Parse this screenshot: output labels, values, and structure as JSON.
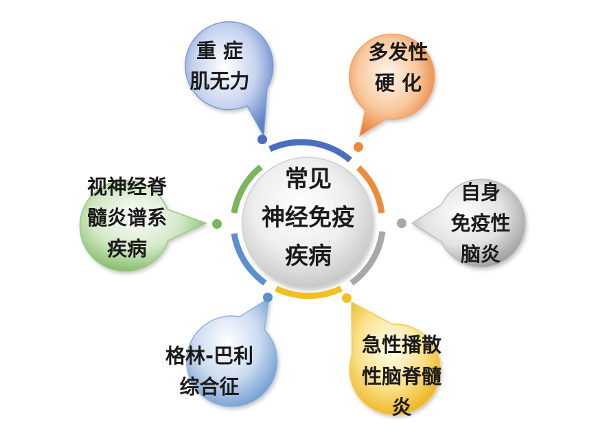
{
  "center": {
    "lines": [
      "常见",
      "神经免疫",
      "疾病"
    ]
  },
  "bubbles": [
    {
      "id": "top-left",
      "lines": [
        "重  症",
        "肌无力"
      ],
      "color": "#5b7fc7"
    },
    {
      "id": "top-right",
      "lines": [
        "多发性",
        "硬  化"
      ],
      "color": "#ee8a3e"
    },
    {
      "id": "right",
      "lines": [
        "自身",
        "免疫性",
        "脑炎"
      ],
      "color": "#a8a8a8"
    },
    {
      "id": "bottom-right",
      "lines": [
        "急性播散",
        "性脑脊髓",
        "炎"
      ],
      "color": "#f2c020"
    },
    {
      "id": "bottom-left",
      "lines": [
        "格林-巴利",
        "综合征"
      ],
      "color": "#6d99cf"
    },
    {
      "id": "left",
      "lines": [
        "视神经脊",
        "髓炎谱系",
        "疾病"
      ],
      "color": "#79b75b"
    }
  ],
  "ring_colors": [
    "#4a6fbf",
    "#ee8a3e",
    "#a8a8a8",
    "#f2c020",
    "#5a8fd0",
    "#79b75b"
  ]
}
